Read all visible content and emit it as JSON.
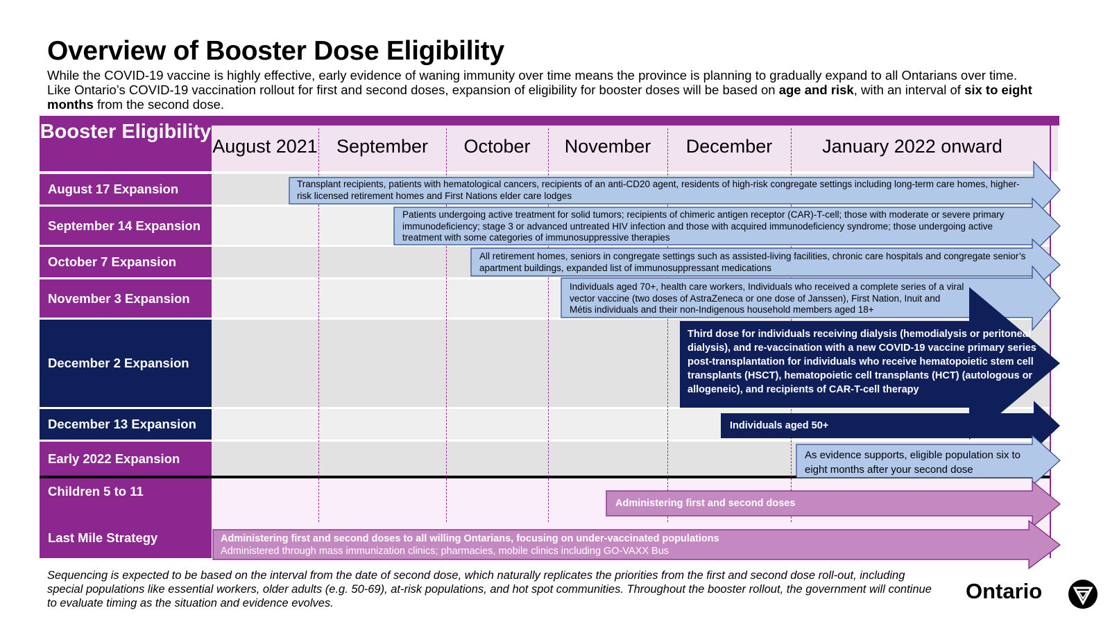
{
  "title": "Overview of Booster Dose Eligibility",
  "intro": {
    "part1": "While the COVID-19 vaccine is highly effective, early evidence of waning immunity over time means the province is planning to gradually expand to all Ontarians over time. Like Ontario’s COVID-19 vaccination rollout for first and second doses, expansion of eligibility for booster doses will be based on ",
    "bold1": "age and risk",
    "part2": ", with an interval of ",
    "bold2": "six to eight months",
    "part3": " from the second dose."
  },
  "table": {
    "header_label": "Booster Eligibility",
    "months": [
      "August 2021",
      "September",
      "October",
      "November",
      "December",
      "January 2022 onward"
    ],
    "rows": [
      {
        "label": "August 17 Expansion",
        "text": "Transplant recipients, patients with hematological cancers, recipients of an anti-CD20 agent, residents of high-risk congregate settings including long-term care homes, higher-risk licensed retirement homes and First Nations elder care lodges"
      },
      {
        "label": "September 14 Expansion",
        "text": "Patients undergoing active treatment for solid tumors; recipients of chimeric antigen receptor (CAR)-T-cell; those with moderate or severe primary immunodeficiency; stage 3 or advanced untreated HIV infection and those with acquired immunodeficiency syndrome; those undergoing active treatment with some categories of immunosuppressive therapies"
      },
      {
        "label": "October 7 Expansion",
        "text": "All retirement homes, seniors in congregate settings such as assisted-living facilities, chronic care hospitals and congregate senior’s apartment buildings, expanded list of immunosuppressant medications"
      },
      {
        "label": "November 3 Expansion",
        "text": "Individuals aged 70+, health care workers, Individuals who received a complete series of a viral vector vaccine (two doses of AstraZeneca or one dose of Janssen), First Nation, Inuit and Métis individuals and their non-Indigenous household members aged 18+"
      },
      {
        "label": "December 2 Expansion",
        "text": "Third dose for individuals receiving dialysis (hemodialysis or peritoneal dialysis), and re-vaccination with a new COVID-19 vaccine primary series post-transplantation for individuals who receive hematopoietic stem cell transplants (HSCT), hematopoietic cell transplants (HCT) (autologous or allogeneic), and recipients of CAR-T-cell therapy"
      },
      {
        "label": "December 13 Expansion",
        "text": "Individuals aged 50+"
      },
      {
        "label": "Early 2022 Expansion",
        "text": "As evidence supports, eligible population six to eight months after your second dose"
      },
      {
        "label": "Children 5 to 11",
        "text": "Administering first and second doses"
      },
      {
        "label": "Last Mile Strategy",
        "text": "Administering first and second doses to all willing Ontarians, focusing on under-vaccinated populations",
        "subtext": "Administered through mass immunization clinics; pharmacies, mobile clinics including GO-VAXX Bus"
      }
    ]
  },
  "footnote": "Sequencing is expected to be based on the interval from the date of second dose, which naturally replicates the priorities from the first and second dose roll-out, including special populations like essential workers, older adults (e.g. 50-69), at-risk populations, and hot spot communities. Throughout the booster rollout, the government will continue to evaluate timing as the situation and evidence evolves.",
  "logo": "Ontario",
  "colors": {
    "purple": "#8c2790",
    "navy": "#0f1f5a",
    "light_blue": "#b2c8e8",
    "pink_arrow": "#c589c2",
    "header_bg": "#f2e3f1"
  }
}
